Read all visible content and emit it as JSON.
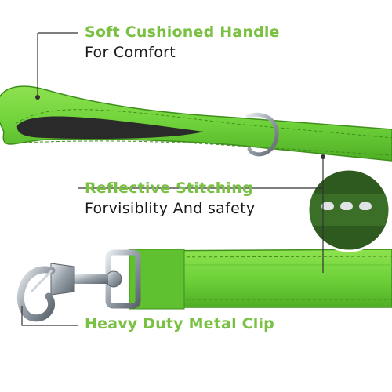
{
  "colors": {
    "accent": "#7ac143",
    "strap": "#6fd23a",
    "strap_dark": "#3f8f1c",
    "padding": "#2a2a2a",
    "metal": "#9aa3ab",
    "text": "#1a1a1a",
    "leader": "#333333"
  },
  "callouts": {
    "handle": {
      "title": "Soft Cushioned Handle",
      "subtitle": "For Comfort"
    },
    "stitching": {
      "title": "Reflective Stitching",
      "subtitle": "Forvisiblity And safety"
    },
    "clip": {
      "title": "Heavy Duty Metal Clip"
    }
  }
}
